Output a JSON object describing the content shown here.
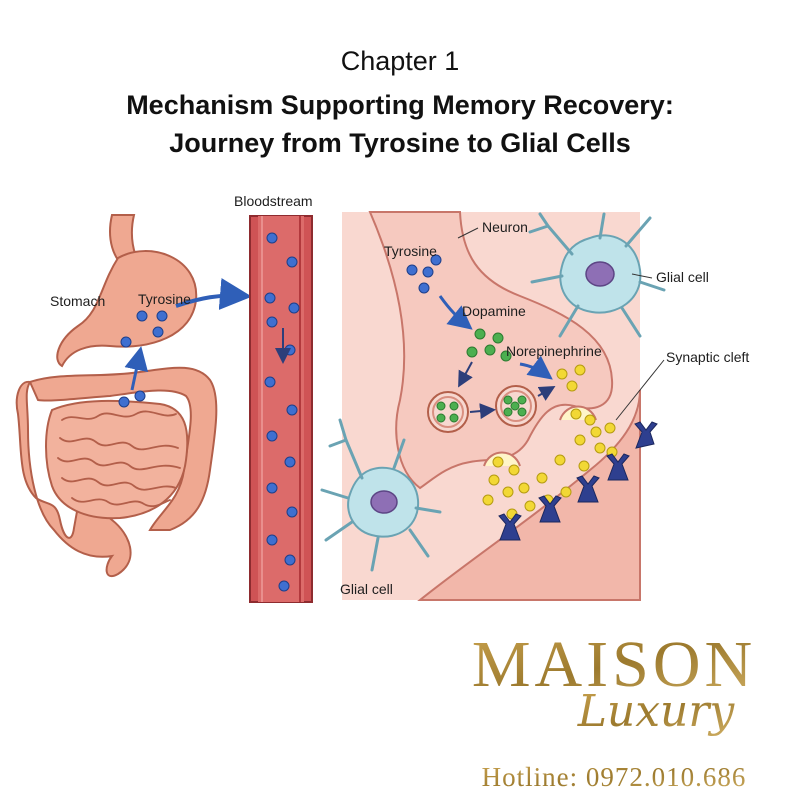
{
  "header": {
    "chapter": "Chapter 1",
    "title_line1": "Mechanism Supporting Memory Recovery:",
    "title_line2": "Journey from Tyrosine to Glial Cells"
  },
  "diagram": {
    "labels": {
      "stomach": "Stomach",
      "tyrosine_gut": "Tyrosine",
      "bloodstream": "Bloodstream",
      "neuron": "Neuron",
      "tyrosine_neuron": "Tyrosine",
      "dopamine": "Dopamine",
      "norepinephrine": "Norepinephrine",
      "glial_cell_top": "Glial cell",
      "synaptic_cleft": "Synaptic cleft",
      "glial_cell_bottom": "Glial cell"
    },
    "colors": {
      "organ": "#efa891",
      "organ_outline": "#b35f4a",
      "vessel": "#cf5355",
      "tyrosine": "#3f6fd0",
      "dopamine": "#4caf50",
      "norepinephrine": "#f2d835",
      "receptor": "#2e3f8f",
      "glial": "#bfe3ea",
      "neuron": "#f6c9bf"
    }
  },
  "brand": {
    "name": "MAISON",
    "script": "Luxury",
    "hotline": "Hotline: 0972.010.686",
    "gold": "#b8923e"
  }
}
